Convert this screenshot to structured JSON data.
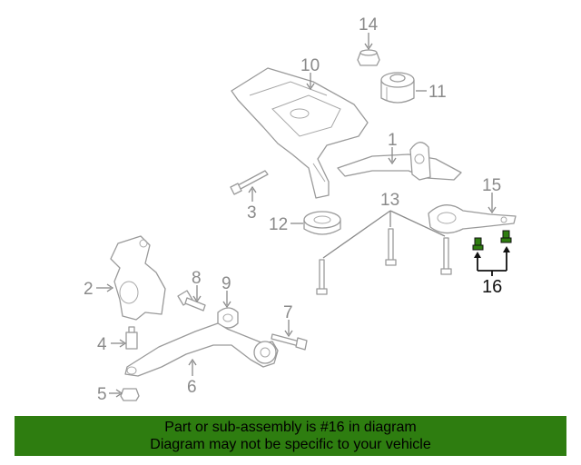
{
  "diagram": {
    "highlight_color": "#2e7d10",
    "callouts": [
      {
        "id": "c1",
        "label": "1",
        "highlighted": false
      },
      {
        "id": "c2",
        "label": "2",
        "highlighted": false
      },
      {
        "id": "c3",
        "label": "3",
        "highlighted": false
      },
      {
        "id": "c4",
        "label": "4",
        "highlighted": false
      },
      {
        "id": "c5",
        "label": "5",
        "highlighted": false
      },
      {
        "id": "c6",
        "label": "6",
        "highlighted": false
      },
      {
        "id": "c7",
        "label": "7",
        "highlighted": false
      },
      {
        "id": "c8",
        "label": "8",
        "highlighted": false
      },
      {
        "id": "c9",
        "label": "9",
        "highlighted": false
      },
      {
        "id": "c10",
        "label": "10",
        "highlighted": false
      },
      {
        "id": "c11",
        "label": "11",
        "highlighted": false
      },
      {
        "id": "c12",
        "label": "12",
        "highlighted": false
      },
      {
        "id": "c13",
        "label": "13",
        "highlighted": false
      },
      {
        "id": "c14",
        "label": "14",
        "highlighted": false
      },
      {
        "id": "c15",
        "label": "15",
        "highlighted": false
      },
      {
        "id": "c16",
        "label": "16",
        "highlighted": true
      }
    ]
  },
  "banner": {
    "line1": "Part or sub-assembly is #16 in diagram",
    "line2": "Diagram may not be specific to your vehicle",
    "color": "#2e7d10"
  }
}
